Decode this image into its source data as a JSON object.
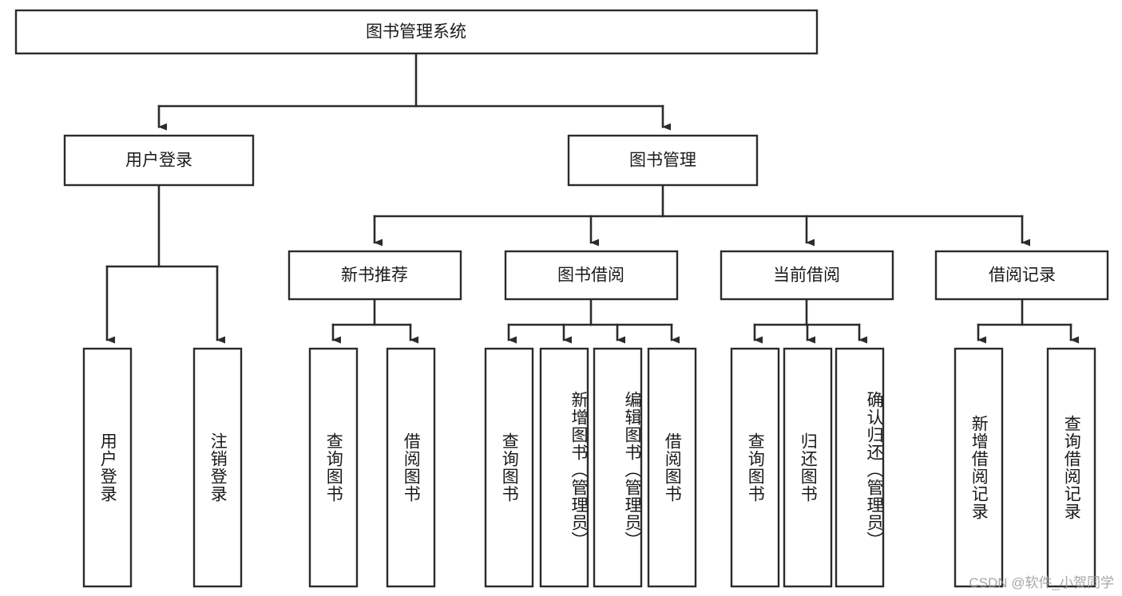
{
  "diagram": {
    "title": "图书管理系统",
    "type": "hierarchy-tree",
    "watermark": "CSDN @软件_小贺同学",
    "colors": {
      "stroke": "#2b2b2b",
      "fill": "#ffffff",
      "text": "#1a1a1a",
      "watermark": "#9a9a9a"
    },
    "levels": {
      "root": {
        "label": "图书管理系统"
      },
      "level2": [
        {
          "id": "user-login",
          "label": "用户登录"
        },
        {
          "id": "book-manage",
          "label": "图书管理"
        }
      ],
      "level3": [
        {
          "id": "new-book-rec",
          "label": "新书推荐"
        },
        {
          "id": "book-borrow",
          "label": "图书借阅"
        },
        {
          "id": "current-borrow",
          "label": "当前借阅"
        },
        {
          "id": "borrow-record",
          "label": "借阅记录"
        }
      ],
      "leaves": {
        "user-login": [
          {
            "id": "leaf-user-login",
            "label": "用户登录"
          },
          {
            "id": "leaf-user-logout",
            "label": "注销登录"
          }
        ],
        "new-book-rec": [
          {
            "id": "leaf-query-book-1",
            "label": "查询图书"
          },
          {
            "id": "leaf-borrow-book-1",
            "label": "借阅图书"
          }
        ],
        "book-borrow": [
          {
            "id": "leaf-query-book-2",
            "label": "查询图书"
          },
          {
            "id": "leaf-add-book",
            "label": "新增图书（管理员）"
          },
          {
            "id": "leaf-edit-book",
            "label": "编辑图书（管理员）"
          },
          {
            "id": "leaf-borrow-book-2",
            "label": "借阅图书"
          }
        ],
        "current-borrow": [
          {
            "id": "leaf-query-book-3",
            "label": "查询图书"
          },
          {
            "id": "leaf-return-book",
            "label": "归还图书"
          },
          {
            "id": "leaf-confirm-return",
            "label": "确认归还（管理员）"
          }
        ],
        "borrow-record": [
          {
            "id": "leaf-add-record",
            "label": "新增借阅记录"
          },
          {
            "id": "leaf-query-record",
            "label": "查询借阅记录"
          }
        ]
      }
    }
  }
}
